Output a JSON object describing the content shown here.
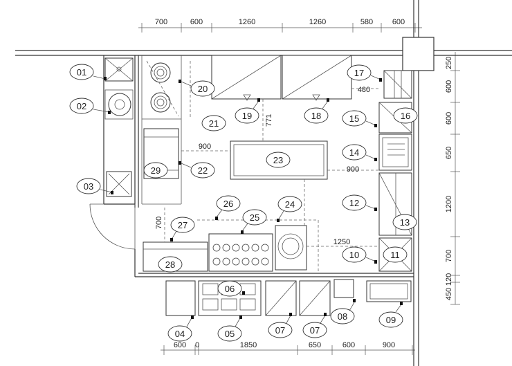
{
  "drawing": {
    "dimensions_top": [
      "700",
      "600",
      "1260",
      "1260",
      "580",
      "600"
    ],
    "dimensions_bottom": [
      "600",
      "0",
      "1850",
      "650",
      "600",
      "900"
    ],
    "dimensions_right": [
      "250",
      "600",
      "600",
      "650",
      "1200",
      "700",
      "120",
      "450"
    ],
    "dimensions_inner": [
      "900",
      "771",
      "480",
      "900",
      "1250",
      "700"
    ],
    "equipment_labels": [
      "01",
      "02",
      "03",
      "04",
      "05",
      "06",
      "07",
      "07",
      "08",
      "09",
      "10",
      "11",
      "12",
      "13",
      "14",
      "15",
      "16",
      "17",
      "18",
      "19",
      "20",
      "21",
      "22",
      "23",
      "24",
      "25",
      "26",
      "27",
      "28",
      "29"
    ]
  }
}
